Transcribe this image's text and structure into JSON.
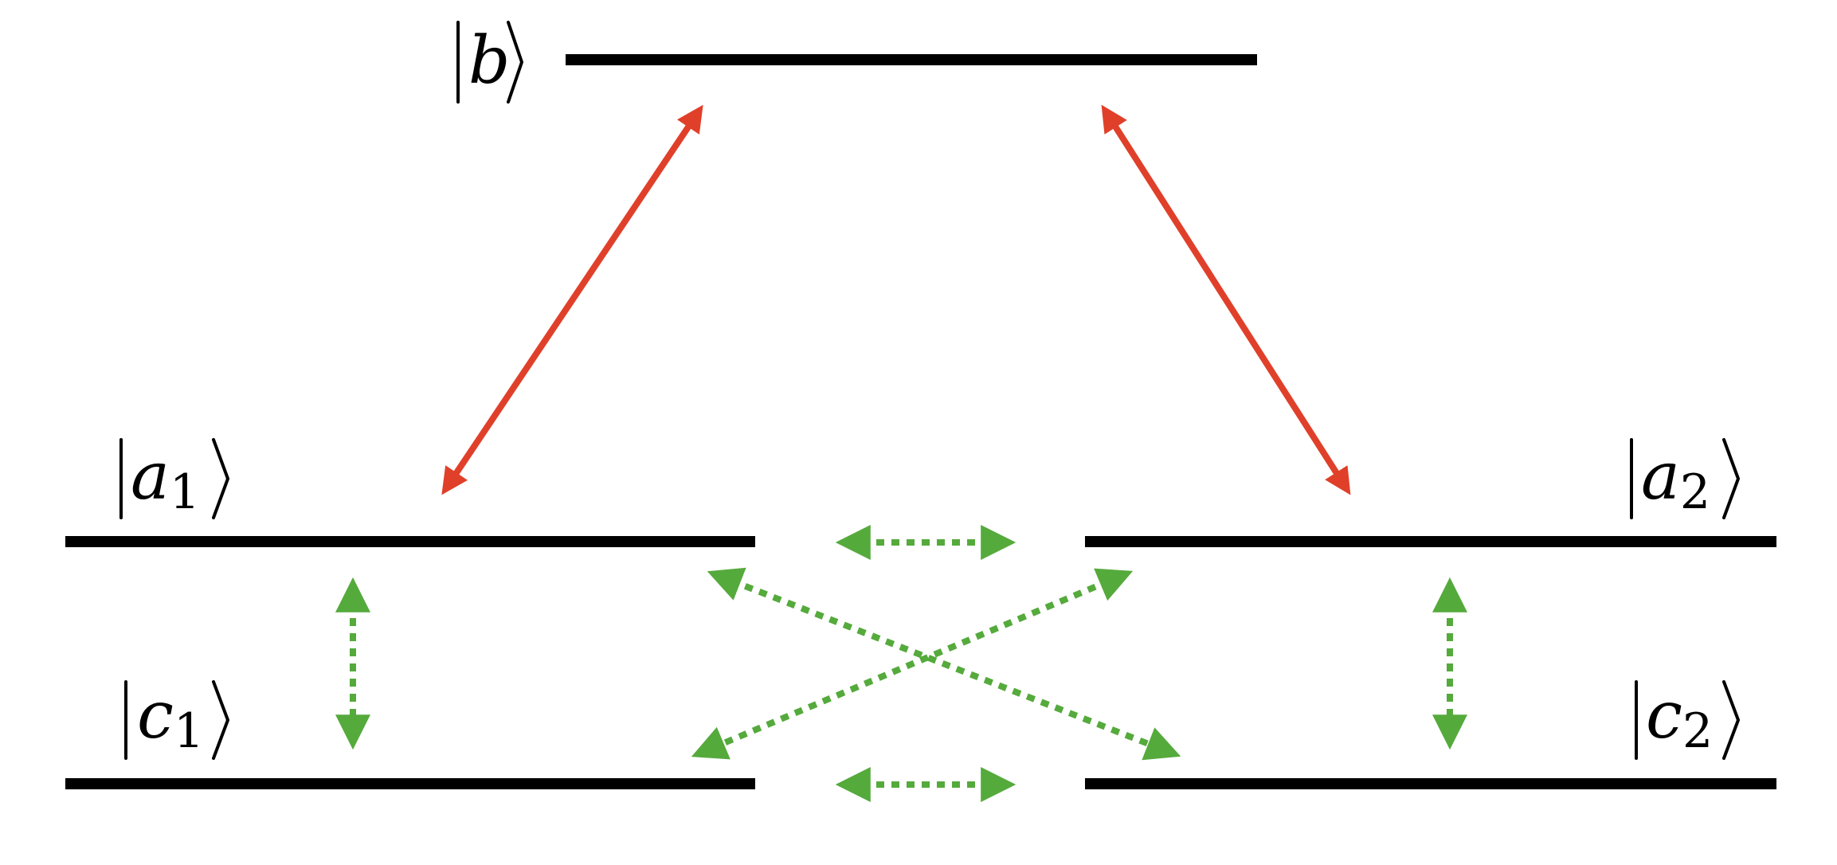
{
  "colors": {
    "level": "#000000",
    "strong_coupling": "#e0402a",
    "weak_coupling": "#55aa3c",
    "background": "#ffffff"
  },
  "states": {
    "b": {
      "symbol": "b",
      "subscript": ""
    },
    "a1": {
      "symbol": "a",
      "subscript": "1"
    },
    "a2": {
      "symbol": "a",
      "subscript": "2"
    },
    "c1": {
      "symbol": "c",
      "subscript": "1"
    },
    "c2": {
      "symbol": "c",
      "subscript": "2"
    }
  },
  "couplings": [
    {
      "from": "b",
      "to": "a1",
      "style": "solid-red"
    },
    {
      "from": "b",
      "to": "a2",
      "style": "solid-red"
    },
    {
      "from": "a1",
      "to": "c1",
      "style": "dotted-green"
    },
    {
      "from": "a2",
      "to": "c2",
      "style": "dotted-green"
    },
    {
      "from": "a1",
      "to": "a2",
      "style": "dotted-green"
    },
    {
      "from": "c1",
      "to": "c2",
      "style": "dotted-green"
    },
    {
      "from": "a1",
      "to": "c2",
      "style": "dotted-green"
    },
    {
      "from": "a2",
      "to": "c1",
      "style": "dotted-green"
    }
  ]
}
